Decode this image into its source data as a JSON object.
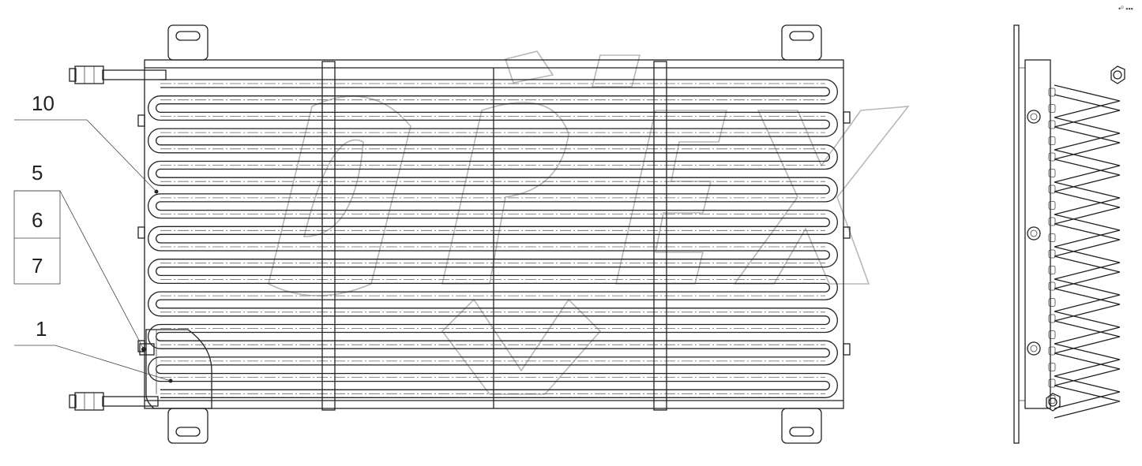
{
  "callouts": {
    "c10": "10",
    "c5": "5",
    "c6": "6",
    "c7": "7",
    "c1": "1"
  },
  "corner_mark": "•⁰ ▪▪▪",
  "watermark": "OPEX"
}
